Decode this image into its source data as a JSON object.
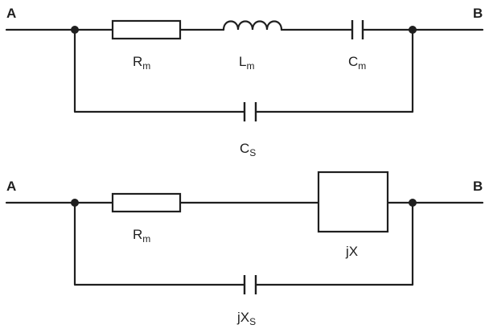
{
  "circuit_top": {
    "terminal_left": "A",
    "terminal_right": "B",
    "resistor": {
      "main": "R",
      "sub": "m"
    },
    "inductor": {
      "main": "L",
      "sub": "m"
    },
    "capacitor_series": {
      "main": "C",
      "sub": "m"
    },
    "capacitor_parallel": {
      "main": "C",
      "sub": "S"
    }
  },
  "circuit_bottom": {
    "terminal_left": "A",
    "terminal_right": "B",
    "resistor": {
      "main": "R",
      "sub": "m"
    },
    "impedance_box": {
      "main": "jX"
    },
    "capacitor_parallel": {
      "main": "jX",
      "sub": "S"
    }
  },
  "colors": {
    "line": "#1f1f1f",
    "background": "#ffffff"
  }
}
